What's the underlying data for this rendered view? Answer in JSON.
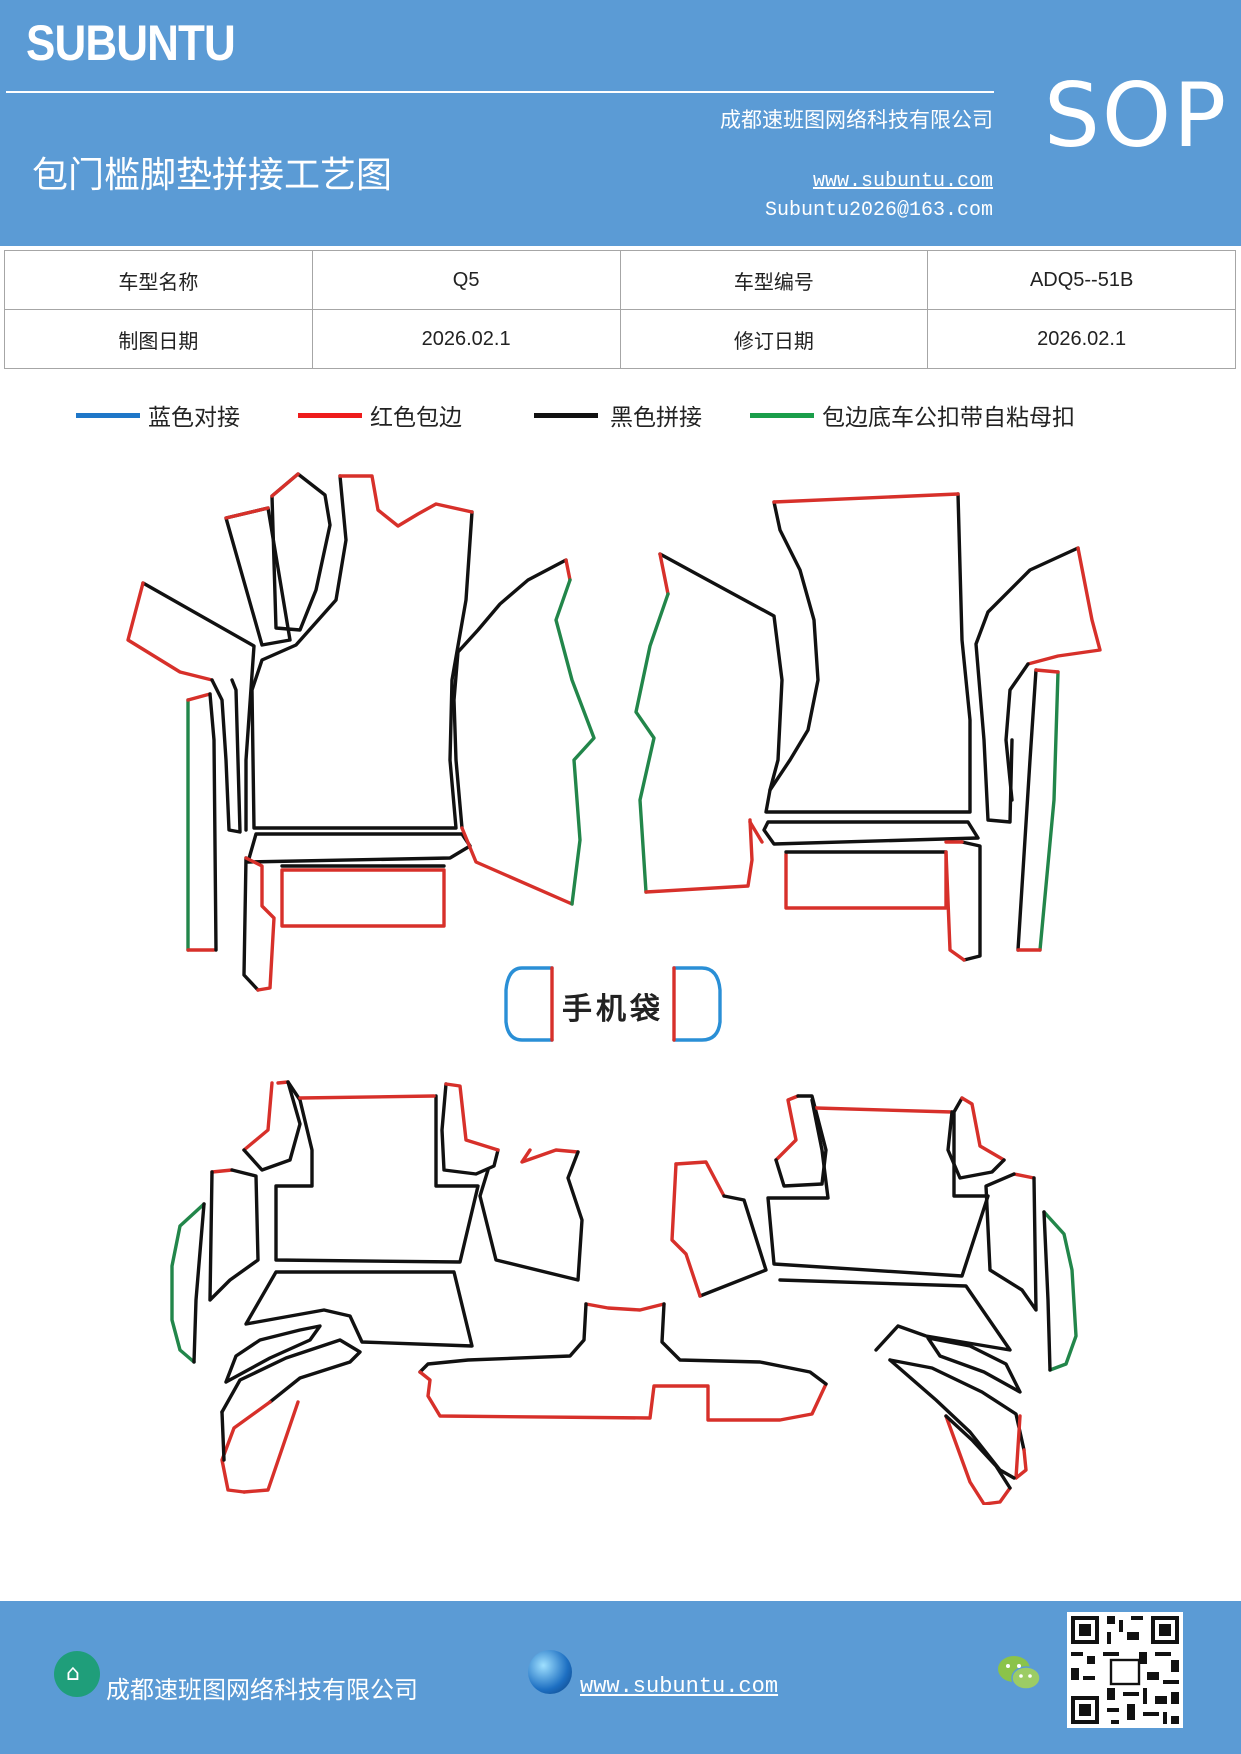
{
  "header": {
    "brand": "SUBUNTU",
    "company": "成都速班图网络科技有限公司",
    "doc_title": "包门槛脚垫拼接工艺图",
    "website": "www.subuntu.com",
    "email": "Subuntu2026@163.com",
    "sop": "SOP"
  },
  "info": {
    "model_name_label": "车型名称",
    "model_name": "Q5",
    "model_code_label": "车型编号",
    "model_code": "ADQ5--51B",
    "draw_date_label": "制图日期",
    "draw_date": "2026.02.1",
    "revise_date_label": "修订日期",
    "revise_date": "2026.02.1"
  },
  "legend": [
    {
      "label": "蓝色对接",
      "color": "#1f77c8"
    },
    {
      "label": "红色包边",
      "color": "#ee1c1c"
    },
    {
      "label": "黑色拼接",
      "color": "#111111"
    },
    {
      "label": "包边底车公扣带自粘母扣",
      "color": "#1a9e4a"
    }
  ],
  "diagram": {
    "phone_pocket_label": "手机袋",
    "colors": {
      "red": "#d7302a",
      "black": "#111111",
      "green": "#22864a",
      "blue": "#2a8fd6"
    }
  },
  "footer": {
    "company": "成都速班图网络科技有限公司",
    "website": "www.subuntu.com "
  }
}
